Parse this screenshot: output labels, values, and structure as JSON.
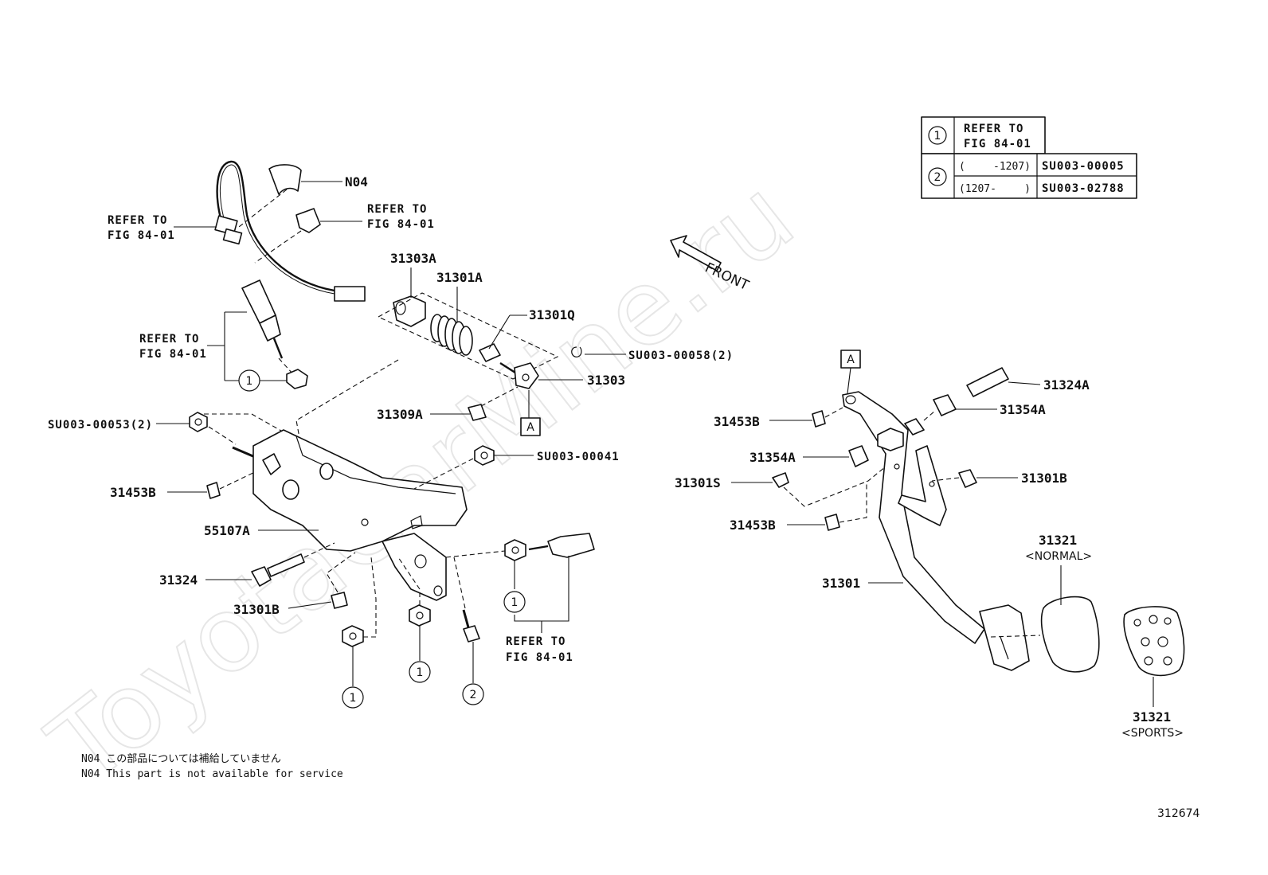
{
  "watermark": "ToyotaCarMine.ru",
  "figure_number": "312674",
  "front": "FRONT",
  "refer": {
    "line1": "REFER TO",
    "line2": "FIG 84-01"
  },
  "legend": {
    "row1": {
      "num": "1",
      "text1": "REFER TO",
      "text2": "FIG 84-01"
    },
    "row2": {
      "num": "2",
      "a_range_l": "(",
      "a_range_r": "-1207)",
      "a_part": "SU003-00005",
      "b_range_l": "(1207-",
      "b_range_r": ")",
      "b_part": "SU003-02788"
    }
  },
  "labels": {
    "n04": "N04",
    "p31303a": "31303A",
    "p31301a": "31301A",
    "p31301q": "31301Q",
    "su58": "SU003-00058(2)",
    "p31303": "31303",
    "p31309a": "31309A",
    "box_a": "A",
    "su53": "SU003-00053(2)",
    "su41": "SU003-00041",
    "p31453b": "31453B",
    "p55107a": "55107A",
    "p31324": "31324",
    "p31301b": "31301B",
    "p31324a": "31324A",
    "p31354a": "31354A",
    "p31301s": "31301S",
    "p31301": "31301",
    "p31321": "31321",
    "normal": "<NORMAL>",
    "sports": "<SPORTS>"
  },
  "callouts": {
    "one": "1",
    "two": "2"
  },
  "notes": {
    "jp": "N04 この部品については補給していません",
    "en": "N04 This part is not available for service"
  }
}
